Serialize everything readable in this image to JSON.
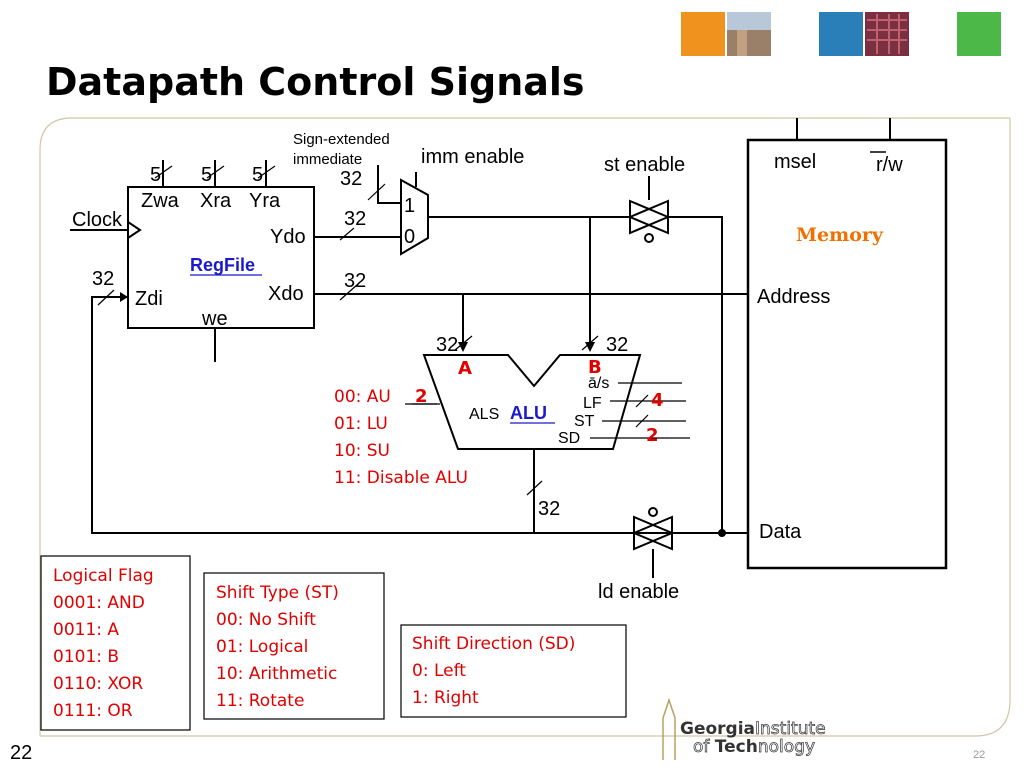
{
  "slide": {
    "title": "Datapath Control Signals",
    "page_number": "22",
    "page_number_small": "22"
  },
  "regfile": {
    "name": "RegFile",
    "port_zwa": "Zwa",
    "port_xra": "Xra",
    "port_yra": "Yra",
    "width_zwa": "5",
    "width_xra": "5",
    "width_yra": "5",
    "port_ydo": "Ydo",
    "port_xdo": "Xdo",
    "port_zdi": "Zdi",
    "port_we": "we",
    "clock": "Clock",
    "width_zdi": "32"
  },
  "mux": {
    "input_1": "1",
    "input_0": "0",
    "sign_ext_line1": "Sign-extended",
    "sign_ext_line2": "immediate",
    "width_imm": "32",
    "width_ydo": "32",
    "width_xdo": "32",
    "imm_enable": "imm enable"
  },
  "alu": {
    "name": "ALU",
    "input_a": "A",
    "input_b": "B",
    "width_a": "32",
    "width_b": "32",
    "width_out": "32",
    "als": "ALS",
    "as_signal": "ā/s",
    "lf": "LF",
    "st": "ST",
    "sd": "SD",
    "als_bits": "2",
    "lf_bits": "4",
    "st_bits": "2",
    "als_codes": [
      "00: AU",
      "01: LU",
      "10: SU",
      "11: Disable ALU"
    ]
  },
  "memory": {
    "name": "Memory",
    "msel": "msel",
    "rw": "r/w",
    "address": "Address",
    "data": "Data"
  },
  "buffers": {
    "st_enable": "st enable",
    "ld_enable": "ld enable"
  },
  "legend_lf": {
    "title": "Logical Flag",
    "items": [
      "0001: AND",
      "0011: A",
      "0101: B",
      "0110: XOR",
      "0111: OR"
    ]
  },
  "legend_st": {
    "title": "Shift Type (ST)",
    "items": [
      "00: No Shift",
      "01: Logical",
      "10: Arithmetic",
      "11: Rotate"
    ]
  },
  "legend_sd": {
    "title": "Shift Direction (SD)",
    "items": [
      "0: Left",
      "1: Right"
    ]
  },
  "logo": {
    "line1_a": "Georgia",
    "line1_b": "Institute",
    "line2_a": "of ",
    "line2_b": "Tech",
    "line2_c": "nology"
  },
  "colors": {
    "orange": "#f0921e",
    "blue": "#2a7fb8",
    "green": "#4cb848",
    "red": "#e00000",
    "memory_orange": "#f07000",
    "regfile_blue": "#1a1acc"
  }
}
